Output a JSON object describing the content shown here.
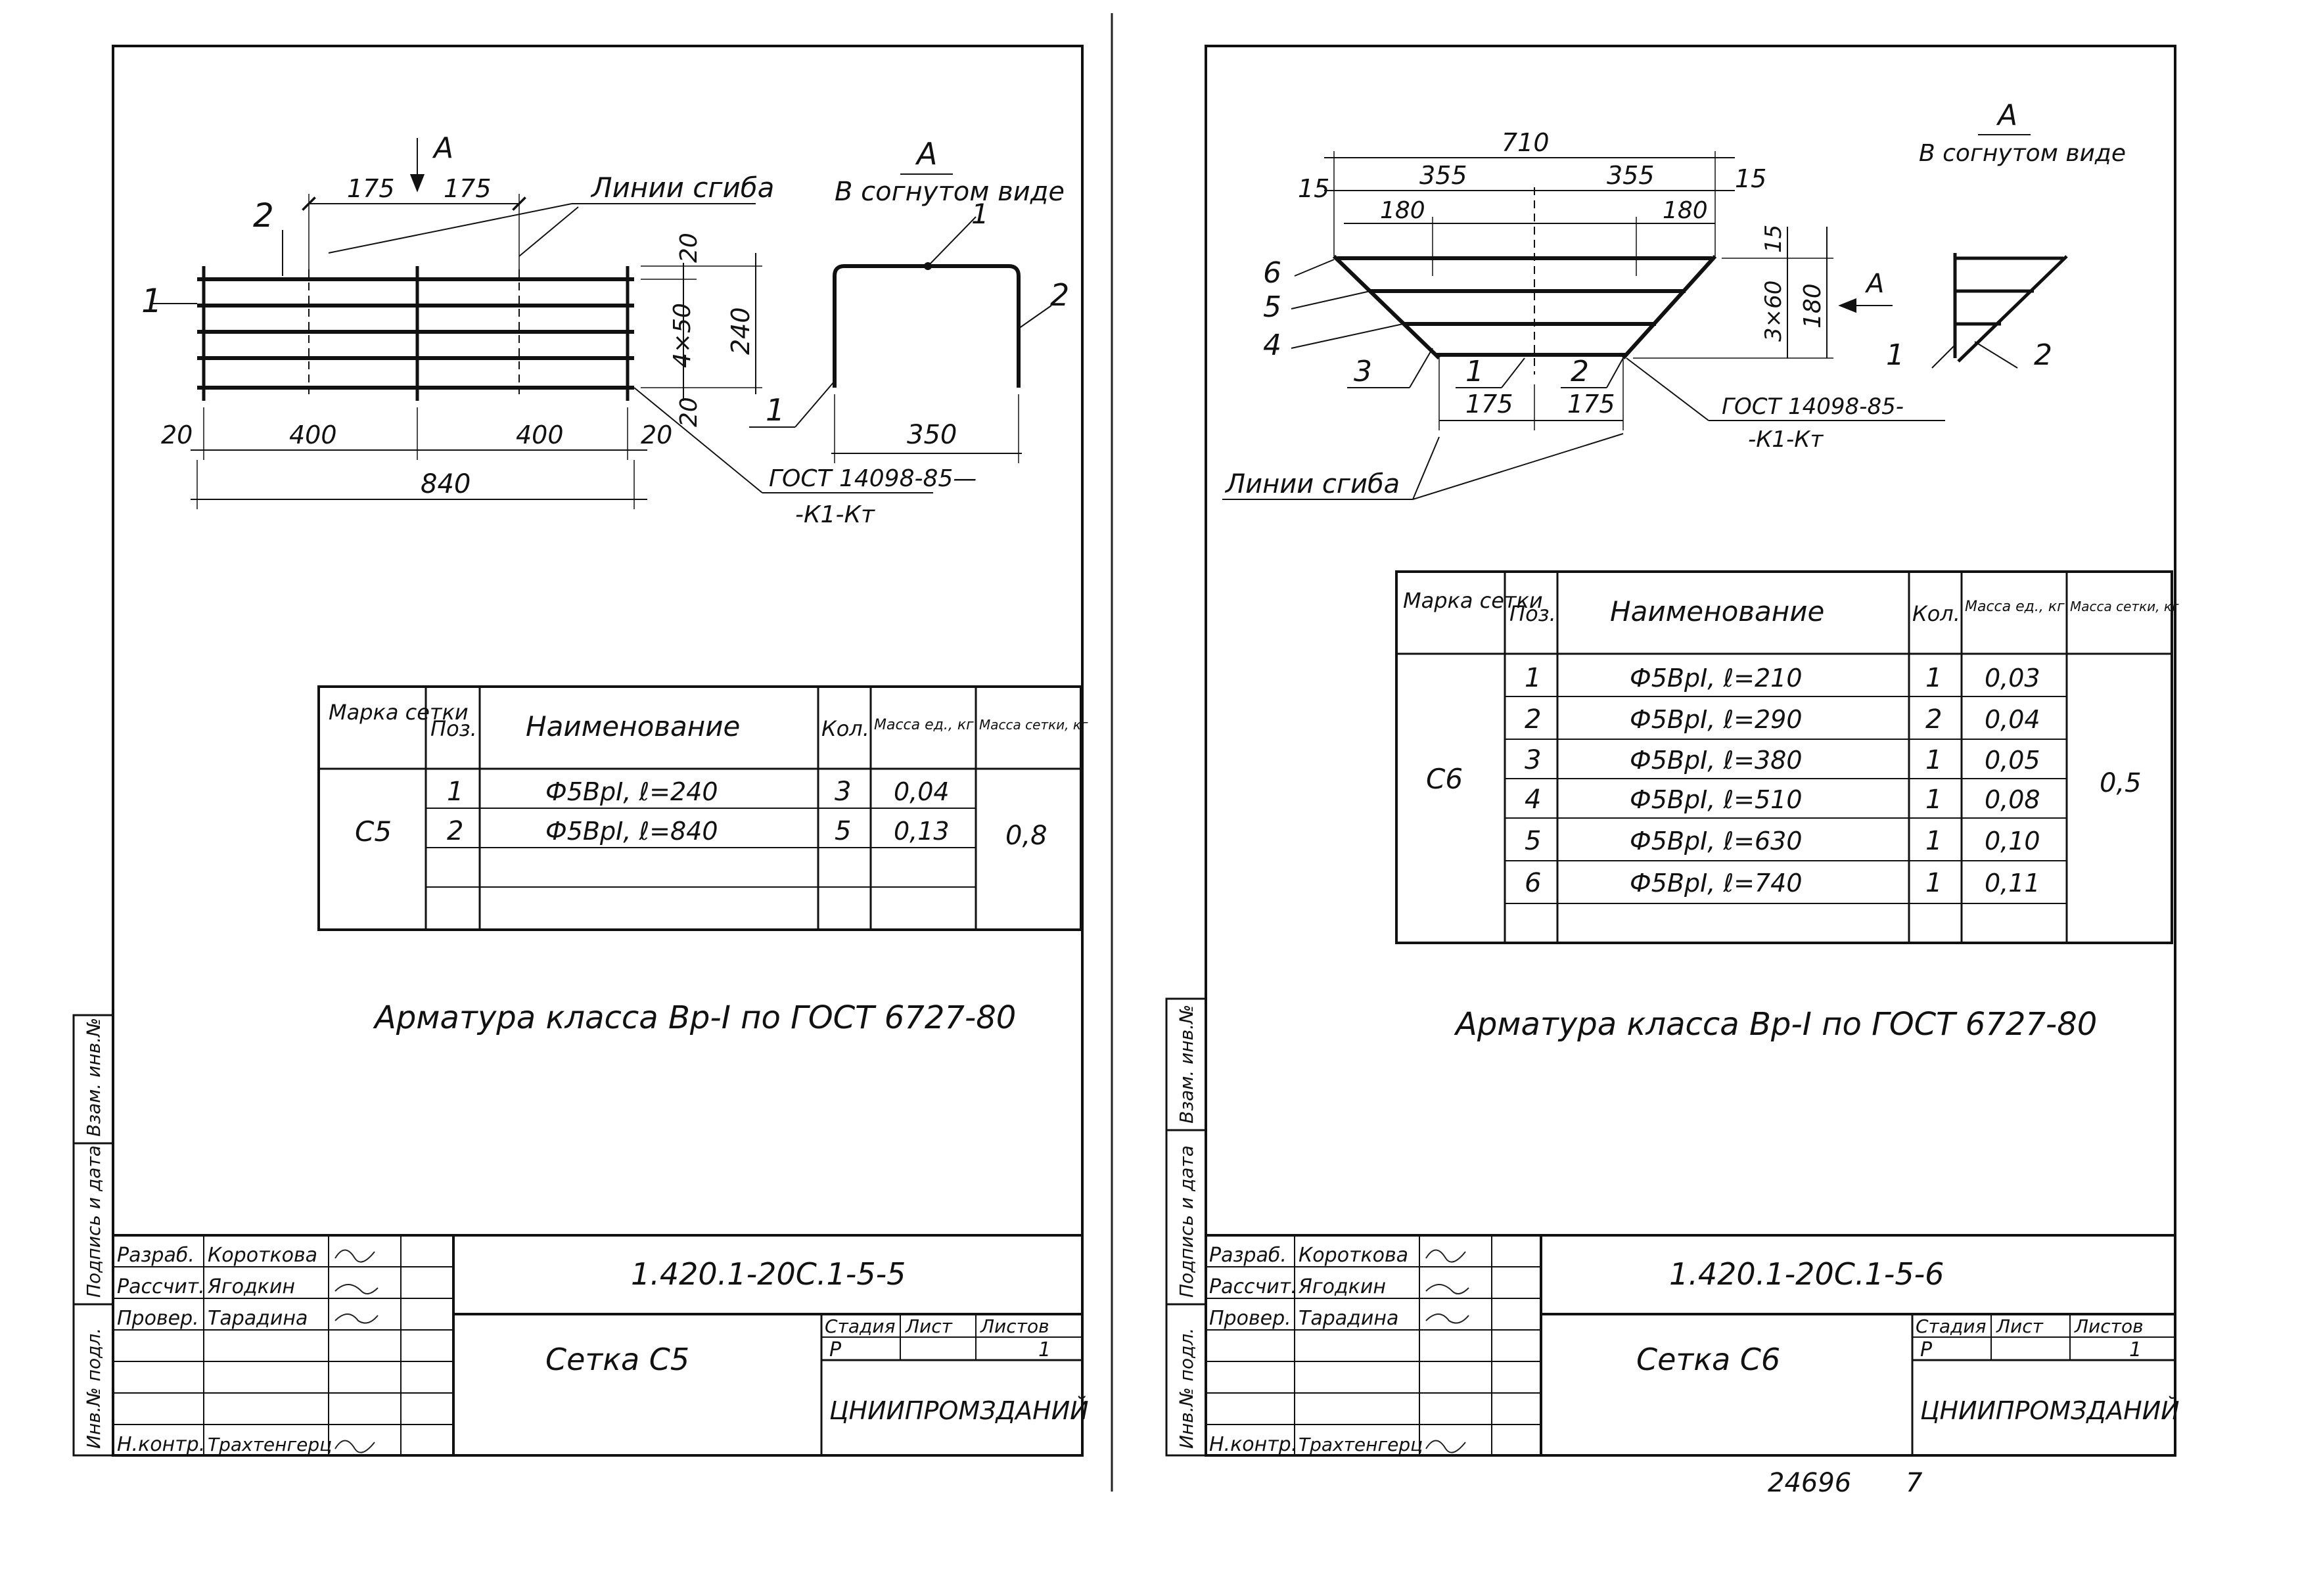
{
  "left_sheet": {
    "drawing": {
      "section_marker": "А",
      "section_view_letter": "А",
      "section_view_caption": "В согнутом виде",
      "bend_lines_label": "Линии сгиба",
      "gost_line1": "ГОСТ 14098-85—",
      "gost_line2": "-К1-Кт",
      "position_labels": [
        "1",
        "2"
      ],
      "dims": {
        "top_a": "175",
        "top_b": "175",
        "left_edge": "20",
        "span_a": "400",
        "span_b": "400",
        "right_edge": "20",
        "total": "840",
        "v_top": "20",
        "v_mid": "4×50",
        "v_total": "240",
        "v_bottom": "20",
        "bent_width": "350"
      }
    },
    "spec_table": {
      "headers": [
        "Марка сетки",
        "Поз.",
        "Наименование",
        "Кол.",
        "Масса ед., кг",
        "Масса сетки, кг"
      ],
      "mark": "С5",
      "mesh_mass": "0,8",
      "rows": [
        {
          "pos": "1",
          "name": "Ф5ВрI, ℓ=240",
          "qty": "3",
          "mass": "0,04"
        },
        {
          "pos": "2",
          "name": "Ф5ВрI, ℓ=840",
          "qty": "5",
          "mass": "0,13"
        }
      ]
    },
    "note": "Арматура класса Вр-I по ГОСТ 6727-80",
    "title_block": {
      "roles": [
        "Разраб.",
        "Рассчит.",
        "Провер.",
        "",
        "",
        "Н.контр."
      ],
      "names": [
        "Короткова",
        "Ягодкин",
        "Тарадина",
        "",
        "",
        "Трахтенгерц"
      ],
      "code": "1.420.1-20С.1-5-5",
      "sheet_title": "Сетка С5",
      "stage_label": "Стадия",
      "sheet_label": "Лист",
      "sheets_label": "Листов",
      "stage": "Р",
      "sheets": "1",
      "org": "ЦНИИПРОМЗДАНИЙ"
    },
    "side_stamp": [
      "Инв.№ подл.",
      "Подпись и дата",
      "Взам. инв.№"
    ]
  },
  "right_sheet": {
    "drawing": {
      "section_view_letter": "А",
      "section_view_caption": "В согнутом виде",
      "bend_lines_label": "Линии сгиба",
      "gost_line1": "ГОСТ 14098-85-",
      "gost_line2": "-К1-Кт",
      "arrow_label": "А",
      "position_labels": [
        "1",
        "2",
        "3",
        "4",
        "5",
        "6"
      ],
      "detail_labels": [
        "1",
        "2"
      ],
      "dims": {
        "total": "710",
        "left_edge": "15",
        "right_edge": "15",
        "half_a": "355",
        "half_b": "355",
        "inner_a": "180",
        "inner_b": "180",
        "bottom_a": "175",
        "bottom_b": "175",
        "v_top": "15",
        "v_mid": "3×60",
        "v_total": "180"
      }
    },
    "spec_table": {
      "headers": [
        "Марка сетки",
        "Поз.",
        "Наименование",
        "Кол.",
        "Масса ед., кг",
        "Масса сетки, кг"
      ],
      "mark": "С6",
      "mesh_mass": "0,5",
      "rows": [
        {
          "pos": "1",
          "name": "Ф5ВрI, ℓ=210",
          "qty": "1",
          "mass": "0,03"
        },
        {
          "pos": "2",
          "name": "Ф5ВрI, ℓ=290",
          "qty": "2",
          "mass": "0,04"
        },
        {
          "pos": "3",
          "name": "Ф5ВрI, ℓ=380",
          "qty": "1",
          "mass": "0,05"
        },
        {
          "pos": "4",
          "name": "Ф5ВрI, ℓ=510",
          "qty": "1",
          "mass": "0,08"
        },
        {
          "pos": "5",
          "name": "Ф5ВрI, ℓ=630",
          "qty": "1",
          "mass": "0,10"
        },
        {
          "pos": "6",
          "name": "Ф5ВрI, ℓ=740",
          "qty": "1",
          "mass": "0,11"
        }
      ]
    },
    "note": "Арматура класса Вр-I по ГОСТ 6727-80",
    "title_block": {
      "roles": [
        "Разраб.",
        "Рассчит.",
        "Провер.",
        "",
        "",
        "Н.контр."
      ],
      "names": [
        "Короткова",
        "Ягодкин",
        "Тарадина",
        "",
        "",
        "Трахтенгерц"
      ],
      "code": "1.420.1-20С.1-5-6",
      "sheet_title": "Сетка С6",
      "stage_label": "Стадия",
      "sheet_label": "Лист",
      "sheets_label": "Листов",
      "stage": "Р",
      "sheets": "1",
      "org": "ЦНИИПРОМЗДАНИЙ"
    },
    "side_stamp": [
      "Инв.№ подл.",
      "Подпись и дата",
      "Взам. инв.№"
    ]
  },
  "footer": {
    "archive_number": "24696",
    "page_number": "7"
  }
}
